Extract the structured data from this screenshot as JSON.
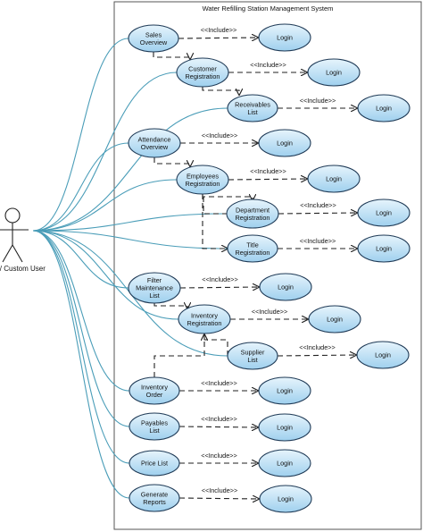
{
  "system": {
    "title": "Water Refilling Station Management System"
  },
  "actor": {
    "label": "Admin/ Custom User",
    "icon": "stick-figure-icon"
  },
  "colors": {
    "ellipse_fill_top": "#e6f4fc",
    "ellipse_fill_bottom": "#9fd0ee",
    "ellipse_stroke": "#1f3a56",
    "assoc_line": "#4a9db8",
    "dashed_line": "#222222",
    "boundary": "#555555"
  },
  "include_label": "<<Include>>",
  "use_cases": [
    {
      "id": "sales-overview",
      "lines": [
        "Sales",
        "Overview"
      ]
    },
    {
      "id": "customer-registration",
      "lines": [
        "Customer",
        "Registration"
      ]
    },
    {
      "id": "receivables-list",
      "lines": [
        "Receivables",
        "List"
      ]
    },
    {
      "id": "attendance-overview",
      "lines": [
        "Attendance",
        "Overview"
      ]
    },
    {
      "id": "employees-registration",
      "lines": [
        "Employees",
        "Registration"
      ]
    },
    {
      "id": "department-registration",
      "lines": [
        "Department",
        "Registration"
      ]
    },
    {
      "id": "title-registration",
      "lines": [
        "Title",
        "Registration"
      ]
    },
    {
      "id": "filter-maintenance-list",
      "lines": [
        "Filter",
        "Maintenance",
        "List"
      ]
    },
    {
      "id": "inventory-registration",
      "lines": [
        "Inventory",
        "Registration"
      ]
    },
    {
      "id": "supplier-list",
      "lines": [
        "Supplier",
        "List"
      ]
    },
    {
      "id": "inventory-order",
      "lines": [
        "Inventory",
        "Order"
      ]
    },
    {
      "id": "payables-list",
      "lines": [
        "Payables",
        "List"
      ]
    },
    {
      "id": "price-list",
      "lines": [
        "Price List"
      ]
    },
    {
      "id": "generate-reports",
      "lines": [
        "Generate",
        "Reports"
      ]
    }
  ],
  "login_label": "Login"
}
